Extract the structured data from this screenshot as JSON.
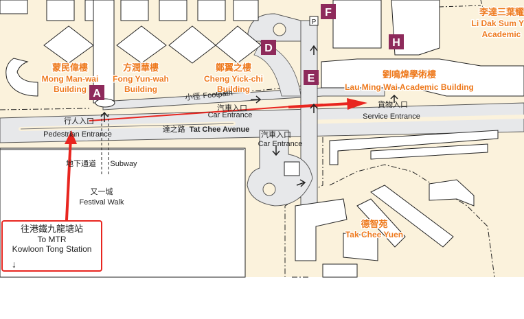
{
  "map": {
    "buildings": {
      "mong_man_wai": {
        "zh": "蒙民偉樓",
        "en1": "Mong Man-wai",
        "en2": "Building"
      },
      "fong_yun_wah": {
        "zh": "方潤華樓",
        "en1": "Fong Yun-wah",
        "en2": "Building"
      },
      "cheng_yick_chi": {
        "zh": "鄭翼之樓",
        "en1": "Cheng Yick-chi",
        "en2": "Building"
      },
      "lau_ming_wai": {
        "zh": "劉鳴煒學術樓",
        "en": "Lau Ming Wai Academic Building"
      },
      "li_dak_sum": {
        "zh": "李達三葉耀",
        "en1": "Li Dak Sum Y",
        "en2": "Academic"
      },
      "tak_chee_yuen": {
        "zh": "德智苑",
        "en": "Tak Chee Yuen"
      },
      "festival_walk": {
        "zh": "又一城",
        "en": "Festival Walk"
      }
    },
    "markers": {
      "a": "A",
      "d": "D",
      "e": "E",
      "f": "F",
      "h": "H",
      "p": "P"
    },
    "roads": {
      "tat_chee_zh": "達之路",
      "tat_chee_en": "Tat Chee Avenue",
      "footpath_zh": "小徑",
      "footpath_en": "Footpath",
      "subway_zh": "地下通道",
      "subway_en": "Subway"
    },
    "entrances": {
      "pedestrian_zh": "行人入口",
      "pedestrian_en": "Pedestrian  Entrance",
      "car_zh": "汽車入口",
      "car_en": "Car Entrance",
      "service_zh": "貨物入口",
      "service_en": "Service  Entrance"
    },
    "mtr_box": {
      "zh": "往港鐵九龍塘站",
      "en1": "To MTR",
      "en2": "Kowloon Tong Station",
      "arrow": "↓"
    },
    "colors": {
      "marker": "#8e2a5b",
      "label": "#ee7a1e",
      "route": "#e8251f",
      "land": "#fbf2dc",
      "road": "#e7e8ea"
    }
  }
}
